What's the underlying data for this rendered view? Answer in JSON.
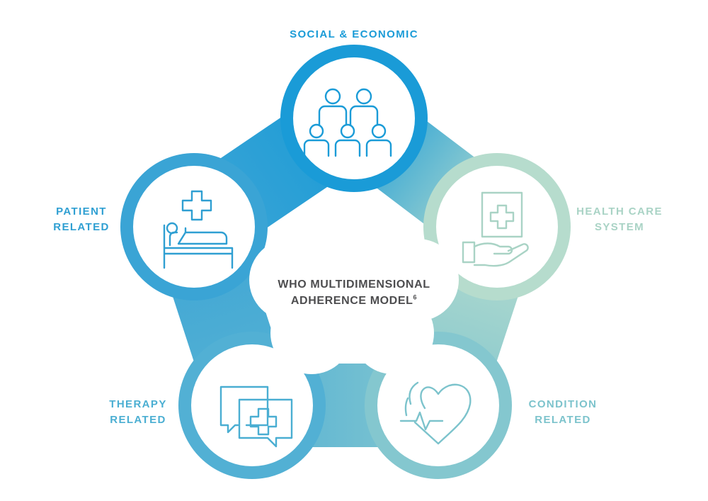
{
  "center": {
    "title_line1": "WHO MULTIDIMENSIONAL",
    "title_line2": "ADHERENCE MODEL",
    "footnote": "6"
  },
  "dimensions": [
    {
      "id": "social",
      "line1": "SOCIAL & ECONOMIC",
      "line2": "",
      "icon": "people-group-icon",
      "color": "#1a9bd7"
    },
    {
      "id": "health",
      "line1": "HEALTH CARE",
      "line2": "SYSTEM",
      "icon": "hand-medical-cross-icon",
      "color": "#a9d3c5"
    },
    {
      "id": "condition",
      "line1": "CONDITION",
      "line2": "RELATED",
      "icon": "heart-pulse-icon",
      "color": "#7cc3cc"
    },
    {
      "id": "therapy",
      "line1": "THERAPY",
      "line2": "RELATED",
      "icon": "speech-bubbles-cross-icon",
      "color": "#4aaed2"
    },
    {
      "id": "patient",
      "line1": "PATIENT",
      "line2": "RELATED",
      "icon": "patient-bed-cross-icon",
      "color": "#2f9fd2"
    }
  ]
}
